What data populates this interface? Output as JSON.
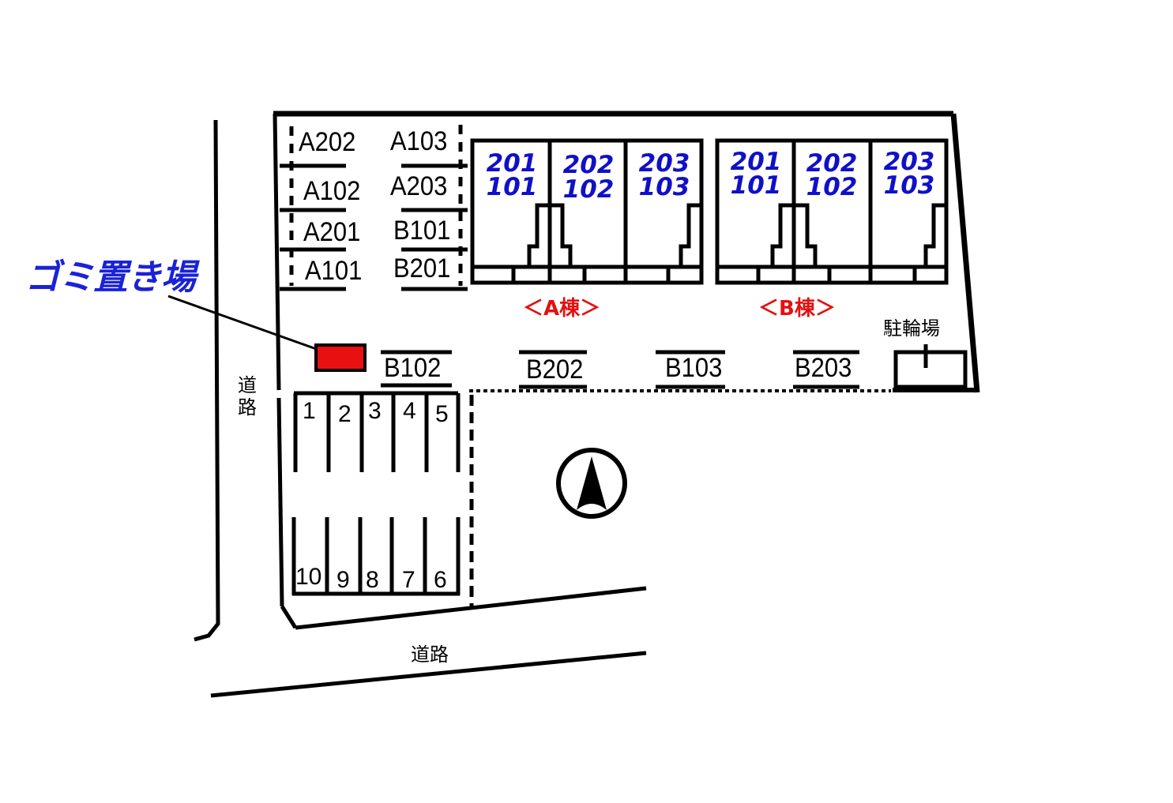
{
  "labels": {
    "gomi": "ゴミ置き場",
    "road_west": "道路",
    "road_south": "道路",
    "bike_parking": "駐輪場",
    "building_a": "＜A棟＞",
    "building_b": "＜B棟＞"
  },
  "parking_slots": {
    "col_left": [
      "A202",
      "A102",
      "A201",
      "A101"
    ],
    "col_right": [
      "A103",
      "A203",
      "B101",
      "B201"
    ],
    "bottom_row": [
      "B102",
      "B202",
      "B103",
      "B203"
    ]
  },
  "units": {
    "building_a": [
      [
        "201",
        "101"
      ],
      [
        "202",
        "102"
      ],
      [
        "203",
        "103"
      ]
    ],
    "building_b": [
      [
        "201",
        "101"
      ],
      [
        "202",
        "102"
      ],
      [
        "203",
        "103"
      ]
    ]
  },
  "parking_numbers": {
    "top": [
      "1",
      "2",
      "3",
      "4",
      "5"
    ],
    "bottom": [
      "10",
      "9",
      "8",
      "7",
      "6"
    ]
  },
  "colors": {
    "gomi_box": "#e81010",
    "unit_text": "#1010c8",
    "building_label": "#e41010",
    "gomi_label": "#1a22d8"
  },
  "icons": [
    "north-arrow-icon"
  ]
}
